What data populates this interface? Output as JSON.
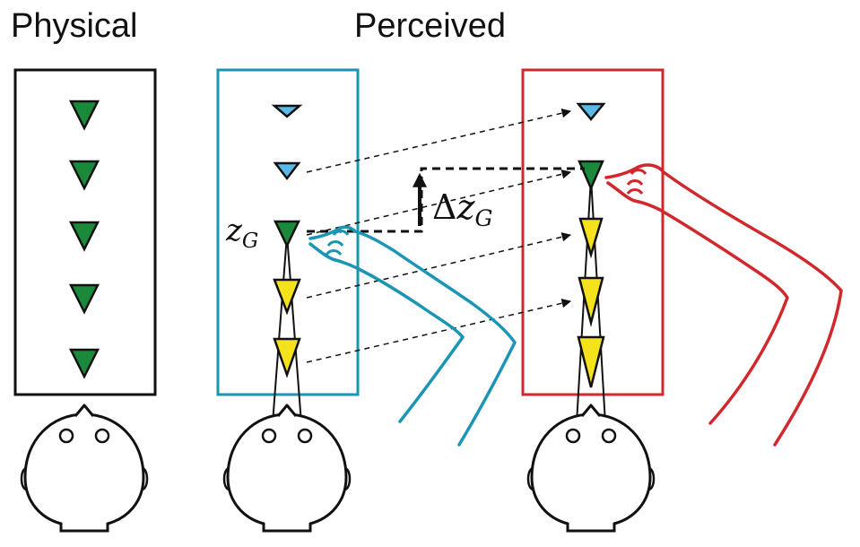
{
  "titles": {
    "physical": "Physical",
    "perceived": "Perceived"
  },
  "labels": {
    "gaze_depth": "z",
    "gaze_depth_sub": "G",
    "delta_symbol": "Δ"
  },
  "colors": {
    "physical_frame": "#111111",
    "gaze_frame": "#1a96b4",
    "pointing_frame": "#d0282c",
    "target_green": "#1a8a3a",
    "target_blue": "#5ab9e8",
    "target_yellow": "#f4e21c",
    "outline": "#111111"
  },
  "panels": [
    {
      "id": "physical",
      "frame": "physical_frame",
      "targets": [
        "green",
        "green",
        "green",
        "green",
        "green"
      ]
    },
    {
      "id": "perceived-gaze",
      "frame": "gaze_frame",
      "targets": [
        "blue",
        "blue",
        "green",
        "yellow",
        "yellow"
      ]
    },
    {
      "id": "perceived-pointing",
      "frame": "pointing_frame",
      "targets": [
        "blue",
        "green",
        "yellow",
        "yellow",
        "yellow"
      ]
    }
  ]
}
